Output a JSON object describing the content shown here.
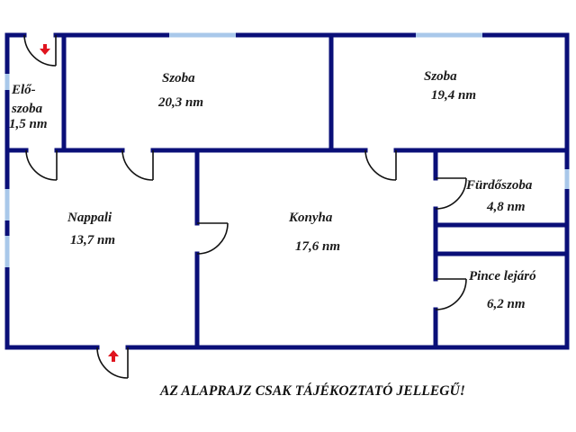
{
  "colors": {
    "wall": "#0a0f78",
    "window": "#a9c8ea",
    "door_arc": "#111111",
    "arrow": "#e0141e",
    "background": "#ffffff"
  },
  "rooms": [
    {
      "id": "eloszoba",
      "name_line1": "Elő-",
      "name_line2": "szoba",
      "area": "1,5 nm"
    },
    {
      "id": "szoba-1",
      "name": "Szoba",
      "area": "20,3 nm"
    },
    {
      "id": "szoba-2",
      "name": "Szoba",
      "area": "19,4 nm"
    },
    {
      "id": "nappali",
      "name": "Nappali",
      "area": "13,7 nm"
    },
    {
      "id": "konyha",
      "name": "Konyha",
      "area": "17,6 nm"
    },
    {
      "id": "furdoszoba",
      "name": "Fürdőszoba",
      "area": "4,8 nm"
    },
    {
      "id": "pince-lejaro",
      "name": "Pince lejáró",
      "area": "6,2 nm"
    }
  ],
  "icons": {
    "entrance_arrow_top": "arrow-down-icon",
    "entrance_arrow_bottom": "arrow-up-icon"
  },
  "disclaimer": "AZ ALAPRAJZ CSAK TÁJÉKOZTATÓ JELLEGŰ!"
}
